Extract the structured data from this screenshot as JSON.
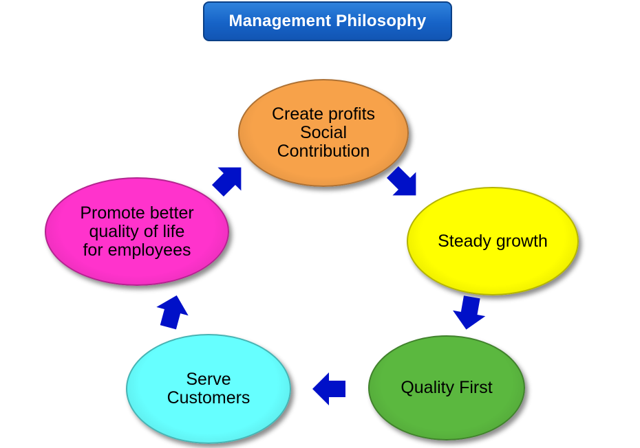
{
  "title": "Management Philosophy",
  "nodes": [
    {
      "id": "create-profits",
      "label": "Create profits\nSocial\nContribution",
      "color": "#f7a24a"
    },
    {
      "id": "steady-growth",
      "label": "Steady growth",
      "color": "#ffff00"
    },
    {
      "id": "quality-first",
      "label": "Quality First",
      "color": "#5bb83f"
    },
    {
      "id": "serve-customers",
      "label": "Serve\nCustomers",
      "color": "#66ffff"
    },
    {
      "id": "promote-quality-of-life",
      "label": "Promote better\nquality of life\nfor employees",
      "color": "#ff33cc"
    }
  ],
  "arrow_color": "#0010c8"
}
